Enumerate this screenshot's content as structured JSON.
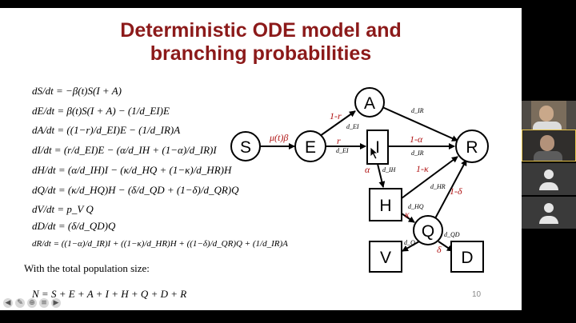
{
  "slide": {
    "title_line1": "Deterministic ODE model and",
    "title_line2": "branching probabilities",
    "equations": [
      "dS/dt = −β(t)S(I + A)",
      "dE/dt = β(t)S(I + A) − (1/d_EI)E",
      "dA/dt = ((1−r)/d_EI)E − (1/d_IR)A",
      "dI/dt = (r/d_EI)E − (α/d_IH + (1−α)/d_IR)I",
      "dH/dt = (α/d_IH)I − (κ/d_HQ + (1−κ)/d_HR)H",
      "dQ/dt = (κ/d_HQ)H − (δ/d_QD + (1−δ)/d_QR)Q",
      "dV/dt = p_V Q",
      "dD/dt = (δ/d_QD)Q",
      "dR/dt = ((1−α)/d_IR)I + ((1−κ)/d_HR)H + ((1−δ)/d_QR)Q + (1/d_IR)A"
    ],
    "population_text": "With the total population size:",
    "total_equation": "N = S + E + A + I + H + Q + D + R",
    "page_number": "10"
  },
  "diagram": {
    "nodes": {
      "S": "S",
      "E": "E",
      "A": "A",
      "I": "I",
      "R": "R",
      "H": "H",
      "Q": "Q",
      "V": "V",
      "D": "D"
    },
    "edge_labels": {
      "SE": "μ(t)β",
      "EA": "1-r",
      "EI": "r",
      "IR": "1-α",
      "IH": "α",
      "HR": "1-κ",
      "HQ": "κ",
      "QR": "1-δ",
      "QD": "δ"
    },
    "durations": {
      "EA": "d_EI",
      "EI": "d_EI",
      "AR": "d_IR",
      "IR": "d_IR",
      "IH": "d_IH",
      "HR": "d_HR",
      "HQ": "d_HQ",
      "QD": "d_QD",
      "QV": "d_Q"
    }
  },
  "toolbar_icons": [
    "arrow-left-icon",
    "pen-icon",
    "zoom-icon",
    "menu-icon",
    "arrow-right-icon"
  ],
  "participants": [
    "participant-video-1",
    "participant-video-2",
    "participant-avatar-1",
    "participant-avatar-2"
  ]
}
